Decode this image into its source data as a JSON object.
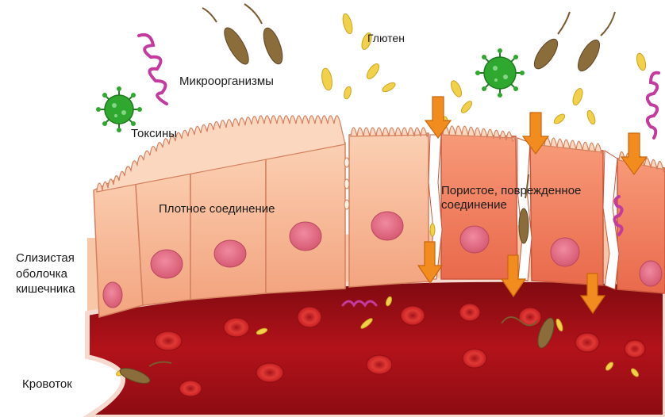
{
  "labels": {
    "toxins": "Токсины",
    "microorganisms": "Микроорганизмы",
    "gluten": "Глютен",
    "tight_junction": "Плотное соединение",
    "leaky_junction": "Пористое, поврежденное соединение",
    "mucosa": "Слизистая оболочка кишечника",
    "bloodstream": "Кровоток"
  },
  "icons": {
    "virus": "virus-icon",
    "bacterium": "bacterium-icon",
    "gluten": "gluten-particle-icon",
    "arrow": "arrow-down-icon",
    "blood_cell": "red-blood-cell-icon",
    "cell": "epithelial-cell-icon"
  },
  "colors": {
    "cell_fill": "#f7b48f",
    "cell_damaged": "#f0795a",
    "nucleus": "#e06a7e",
    "blood_vessel": "#b3121a",
    "rbc": "#d9262c",
    "arrow": "#f28c1f",
    "gluten": "#f2d14a",
    "virus": "#2ea82e",
    "bacteria": "#8b6d3c",
    "spiral_bacteria": "#c43a9e"
  }
}
